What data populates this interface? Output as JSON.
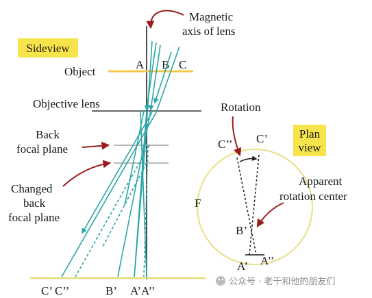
{
  "diagram": {
    "sideview_label": "Sideview",
    "plan_view_label_1": "Plan",
    "plan_view_label_2": "view",
    "magnetic_axis_line1": "Magnetic",
    "magnetic_axis_line2": "axis of lens",
    "object_label": "Object",
    "objective_lens_label": "Objective lens",
    "back_focal_line1": "Back",
    "back_focal_line2": "focal plane",
    "changed_line1": "Changed",
    "changed_line2": "back",
    "changed_line3": "focal plane",
    "point_a": "A",
    "point_b": "B",
    "point_c": "C",
    "image_c": "C’ C’’",
    "image_b": "B’",
    "image_a": "A’A’’",
    "rotation_label": "Rotation",
    "plan_c2": "C’’",
    "plan_c1": "C’",
    "apparent_line1": "Apparent",
    "apparent_line2": "rotation center",
    "plan_f": "F",
    "plan_b": "B’",
    "plan_a1": "A’",
    "plan_a2": "A’’"
  },
  "colors": {
    "ray": "#2aa6a6",
    "object_bar": "#f2c94c",
    "image_bar": "#e8d97a",
    "label_box": "#f7e34a",
    "circle": "#e9df86",
    "arrow": "#9b1c1c",
    "plane_gray": "#b8b8b8"
  },
  "watermark": {
    "text": "公众号 · 老千和他的朋友们",
    "icon": "wechat-icon"
  }
}
